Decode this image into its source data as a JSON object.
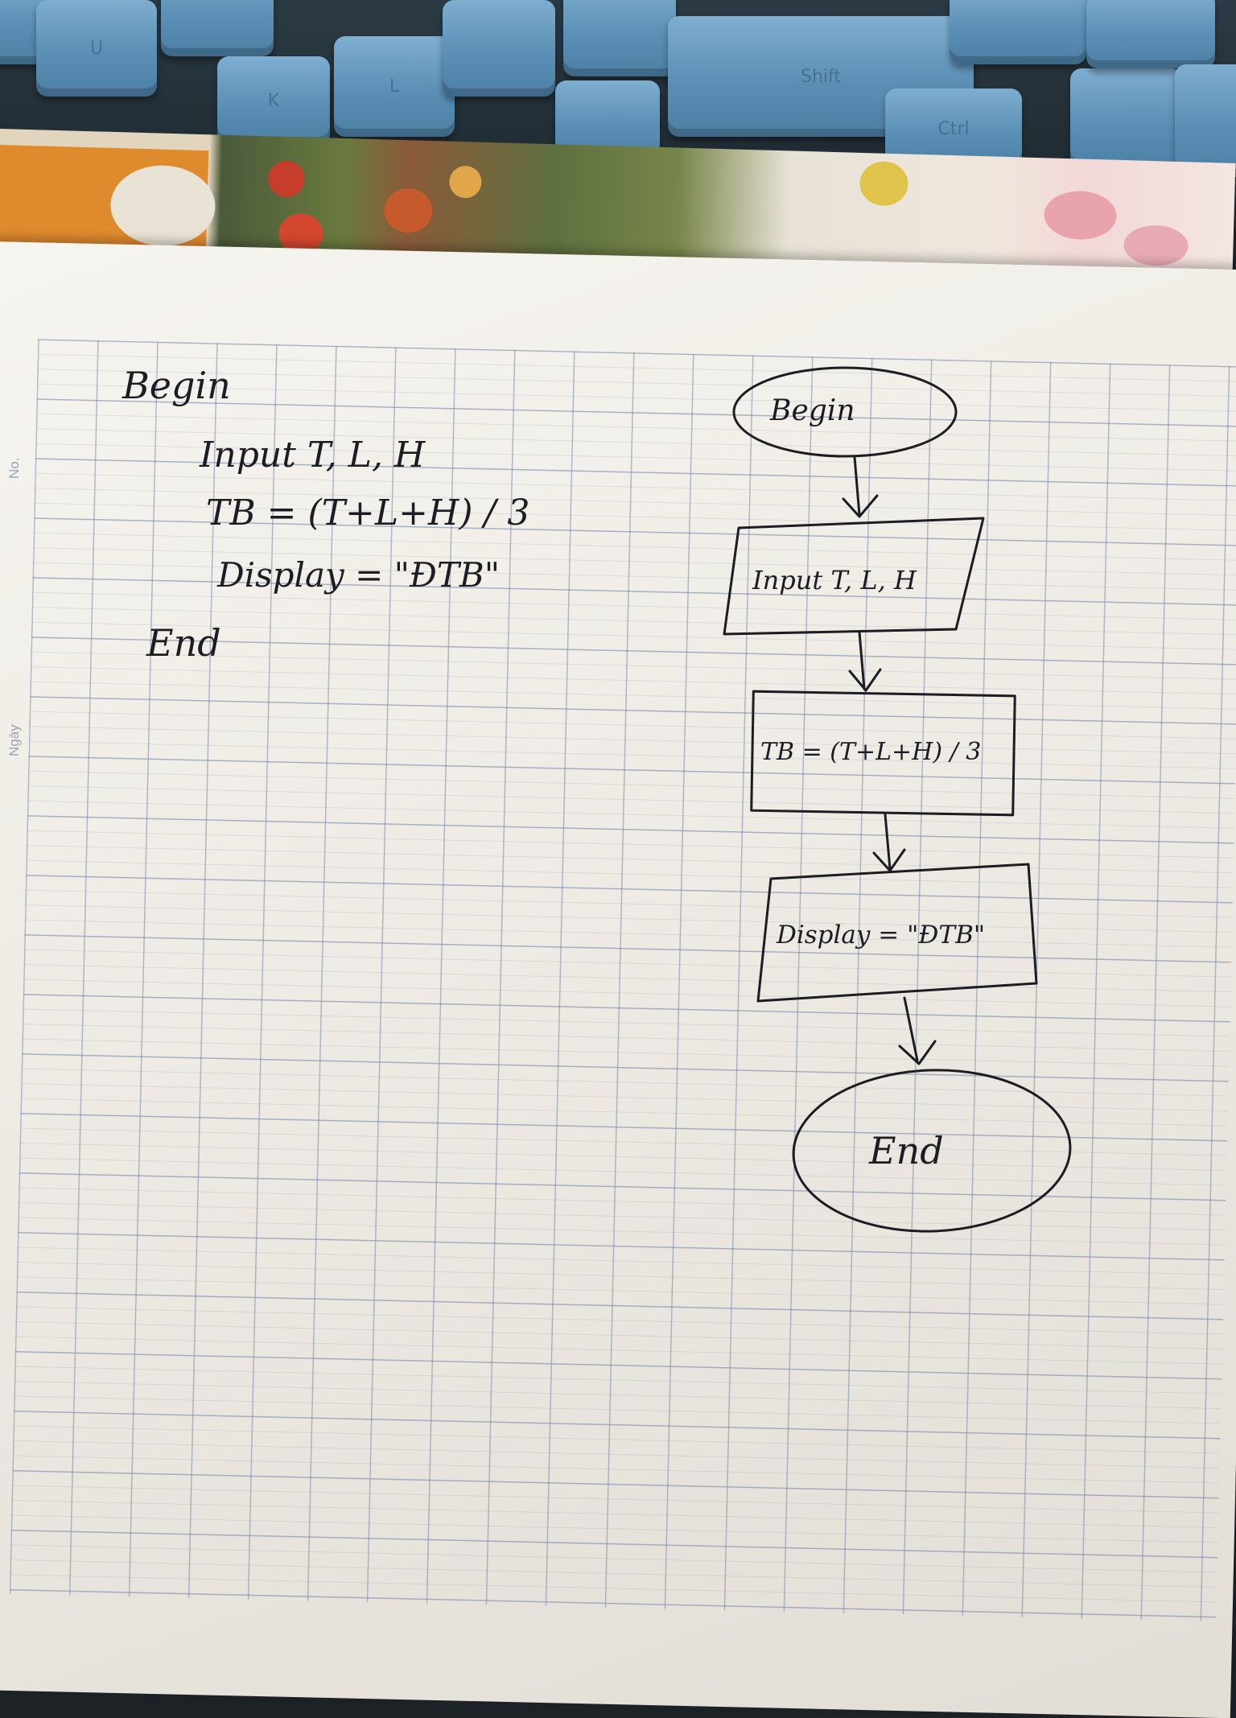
{
  "sidebar_labels": {
    "no": "No.",
    "date": "Ngày"
  },
  "keyboard": {
    "keys": [
      "U",
      "K",
      "L",
      "Shift",
      "Ctrl"
    ]
  },
  "pseudocode": {
    "begin": "Begin",
    "input": "Input T, L, H",
    "compute": "TB = (T+L+H) / 3",
    "display": "Display = \"ĐTB\"",
    "end": "End"
  },
  "flowchart": {
    "start": "Begin",
    "input": "Input T, L, H",
    "process": "TB = (T+L+H) / 3",
    "output": "Display = \"ĐTB\"",
    "stop": "End"
  },
  "colors": {
    "ink": "#1c1c22",
    "grid": "#7887aa",
    "keycap": "#6d9ec4",
    "paper": "#f2f0ea"
  }
}
